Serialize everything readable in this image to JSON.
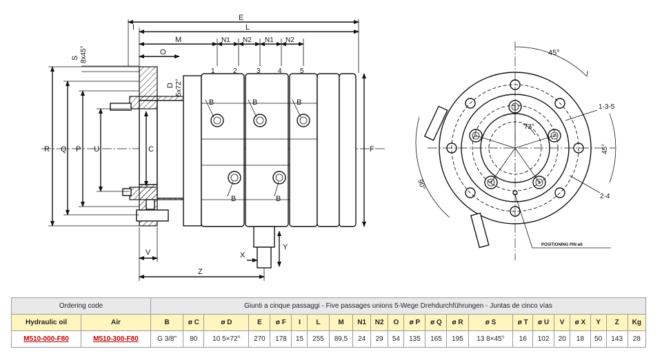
{
  "drawing": {
    "dim_letters": {
      "E": "E",
      "I": "I",
      "L": "L",
      "M": "M",
      "O": "O",
      "S": "S",
      "D": "D",
      "N1": "N1",
      "N2": "N2",
      "R": "R",
      "Q": "Q",
      "P": "P",
      "U": "U",
      "C": "C",
      "F": "F",
      "V": "V",
      "X": "X",
      "Y": "Y",
      "Z": "Z",
      "B": "B"
    },
    "chamfer_note": "8x45°",
    "holes_note": "5x72°",
    "port_numbers": [
      "1",
      "2",
      "3",
      "4",
      "5"
    ],
    "angle_45": "45°",
    "angle_72": "72°",
    "angle_90": "90°",
    "ports_135": "1-3-5",
    "ports_24": "2-4",
    "positioning_pin": "POSITIONING PIN ø6",
    "circle_numbers": [
      "1",
      "2",
      "3",
      "4",
      "5"
    ]
  },
  "table": {
    "ordering_code": "Ordering code",
    "title": "Giunti a cinque passaggi - Five passages unions 5-Wege Drehdurchführungen - Juntas de cinco vías",
    "hydraulic_oil": "Hydraulic oil",
    "air": "Air",
    "columns": [
      "B",
      "ø C",
      "ø D",
      "E",
      "ø F",
      "I",
      "L",
      "M",
      "N1",
      "N2",
      "O",
      "ø P",
      "ø Q",
      "ø R",
      "ø S",
      "ø T",
      "ø U",
      "V",
      "ø X",
      "Y",
      "Z",
      "Kg"
    ],
    "code_hydraulic": "M510-000-F80",
    "code_air": "M510-300-F80",
    "values": [
      "G 3/8\"",
      "80",
      "10 5×72°",
      "270",
      "178",
      "15",
      "255",
      "89,5",
      "24",
      "29",
      "54",
      "135",
      "165",
      "195",
      "13 8×45°",
      "16",
      "102",
      "20",
      "18",
      "50",
      "143",
      "28"
    ]
  }
}
